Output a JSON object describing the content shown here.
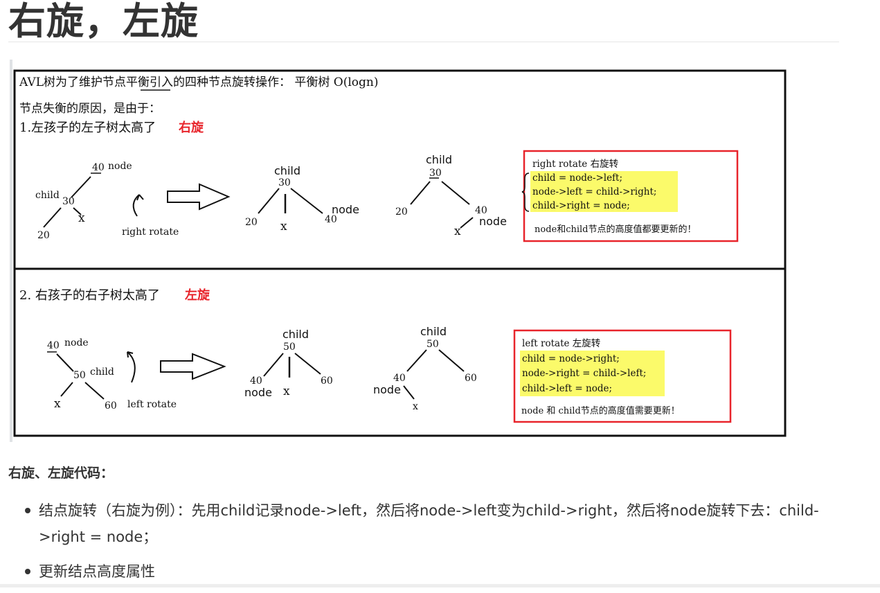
{
  "doc": {
    "title": "右旋，左旋",
    "section_heading": "右旋、左旋代码：",
    "bullets": [
      "结点旋转（右旋为例）：先用child记录node->left，然后将node->left变为child->right，然后将node旋转下去：child->right = node；",
      "更新结点高度属性"
    ]
  },
  "figure": {
    "intro_line": "AVL树为了维护节点平衡引入的四种节点旋转操作：  平衡树    O(logn)",
    "cause_line": "节点失衡的原因，是由于：",
    "case1": {
      "label": "1.左孩子的左子树太高了",
      "tag": "右旋",
      "before": {
        "node_val": "40",
        "node_label": "node",
        "child_val": "30",
        "child_label": "child",
        "left_val": "20",
        "x_mark": "x"
      },
      "rotate_label": "right rotate",
      "mid": {
        "child_label": "child",
        "top_val": "30",
        "left_val": "20",
        "x_mark": "x",
        "right_val": "40",
        "node_label": "node"
      },
      "after": {
        "child_label": "child",
        "top_val": "30",
        "left_val": "20",
        "right_val": "40",
        "node_label": "node",
        "x_mark": "x"
      },
      "code_title": "right rotate 右旋转",
      "code_lines": [
        "child = node->left;",
        "node->left = child->right;",
        "child->right = node;"
      ],
      "note": "node和child节点的高度值都要更新的！"
    },
    "case2": {
      "label": "2. 右孩子的右子树太高了",
      "tag": "左旋",
      "before": {
        "node_val": "40",
        "node_label": "node",
        "child_val": "50",
        "child_label": "child",
        "right_val": "60",
        "x_mark": "x"
      },
      "rotate_label": "left rotate",
      "mid": {
        "child_label": "child",
        "top_val": "50",
        "left_val": "40",
        "node_label": "node",
        "x_mark": "x",
        "right_val": "60"
      },
      "after": {
        "child_label": "child",
        "top_val": "50",
        "left_val": "40",
        "node_label": "node",
        "right_val": "60",
        "x_mark": "x"
      },
      "code_title": "left rotate 左旋转",
      "code_lines": [
        "child = node->right;",
        "node->right = child->left;",
        "child->left = node;"
      ],
      "note": "node 和 child节点的高度值需要更新！"
    },
    "colors": {
      "red": "#e8242b",
      "highlight": "#fbfa6a",
      "ink": "#111111"
    }
  }
}
